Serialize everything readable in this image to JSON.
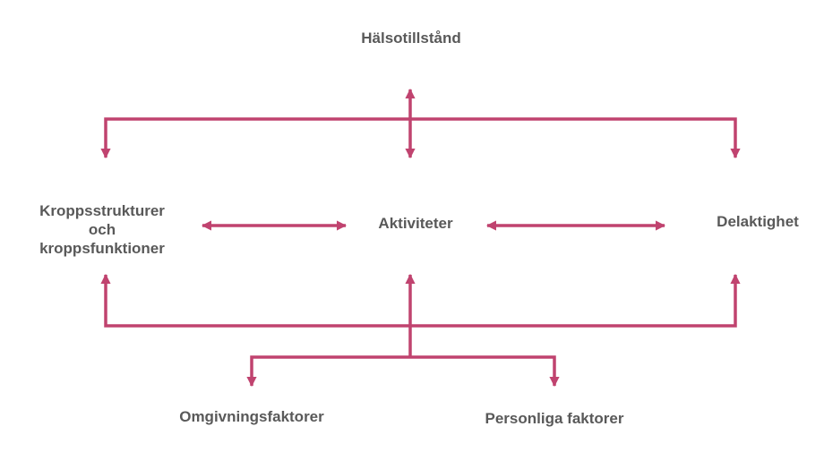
{
  "diagram": {
    "type": "ICF model (flowchart)",
    "line_color": "#C0436F",
    "text_color": "#595959",
    "nodes": {
      "health": {
        "label": "Hälsotillstånd"
      },
      "body": {
        "lines": [
          "Kroppsstrukturer",
          "och",
          "kroppsfunktioner"
        ]
      },
      "activities": {
        "label": "Aktiviteter"
      },
      "participation": {
        "label": "Delaktighet"
      },
      "environmental": {
        "label": "Omgivningsfaktorer"
      },
      "personal": {
        "label": "Personliga faktorer"
      }
    },
    "edges": [
      {
        "from": "health",
        "to": "activities",
        "direction": "both"
      },
      {
        "from": "health",
        "to": "body",
        "direction": "forward"
      },
      {
        "from": "health",
        "to": "participation",
        "direction": "forward"
      },
      {
        "from": "body",
        "to": "activities",
        "direction": "both"
      },
      {
        "from": "activities",
        "to": "participation",
        "direction": "both"
      },
      {
        "from": "contextual",
        "to": "body",
        "direction": "forward"
      },
      {
        "from": "contextual",
        "to": "activities",
        "direction": "forward"
      },
      {
        "from": "contextual",
        "to": "participation",
        "direction": "forward"
      },
      {
        "from": "contextual",
        "to": "environmental",
        "direction": "forward"
      },
      {
        "from": "contextual",
        "to": "personal",
        "direction": "forward"
      }
    ]
  }
}
